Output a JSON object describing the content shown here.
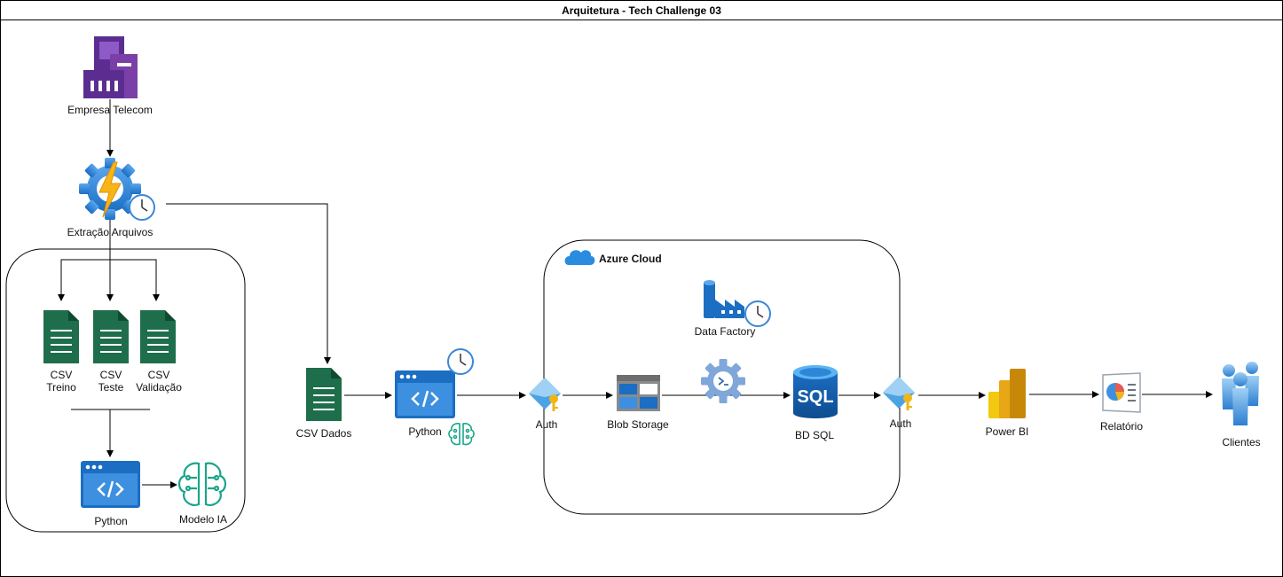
{
  "title": "Arquitetura - Tech Challenge 03",
  "groups": {
    "azure_cloud": "Azure Cloud"
  },
  "nodes": {
    "empresa": "Empresa Telecom",
    "extracao": "Extração Arquivos",
    "csv_treino_1": "CSV",
    "csv_treino_2": "Treino",
    "csv_teste_1": "CSV",
    "csv_teste_2": "Teste",
    "csv_validacao_1": "CSV",
    "csv_validacao_2": "Validação",
    "python_local": "Python",
    "modelo_ia": "Modelo IA",
    "csv_dados": "CSV Dados",
    "python_pipeline": "Python",
    "auth_1": "Auth",
    "blob_storage": "Blob Storage",
    "data_factory": "Data Factory",
    "bd_sql": "BD SQL",
    "sql_glyph": "SQL",
    "auth_2": "Auth",
    "power_bi": "Power BI",
    "relatorio": "Relatório",
    "clientes": "Clientes"
  },
  "icons": {
    "empresa": "building-icon",
    "extracao": "function-app-timer-icon",
    "csv": "document-icon",
    "python": "code-window-icon",
    "ai": "brain-circuit-icon",
    "auth": "key-vault-icon",
    "blob": "blob-storage-icon",
    "data_factory": "data-factory-icon",
    "automation": "gear-terminal-icon",
    "sql": "sql-database-icon",
    "powerbi": "power-bi-icon",
    "report": "report-chart-icon",
    "users": "users-group-icon",
    "cloud": "cloud-icon"
  },
  "colors": {
    "purple": "#7B3FA8",
    "green_doc": "#1E6E4B",
    "code_blue": "#1B6EC2",
    "ai_teal": "#1AA58A",
    "azure_blue": "#2A8CE0",
    "gold": "#F2B516"
  }
}
